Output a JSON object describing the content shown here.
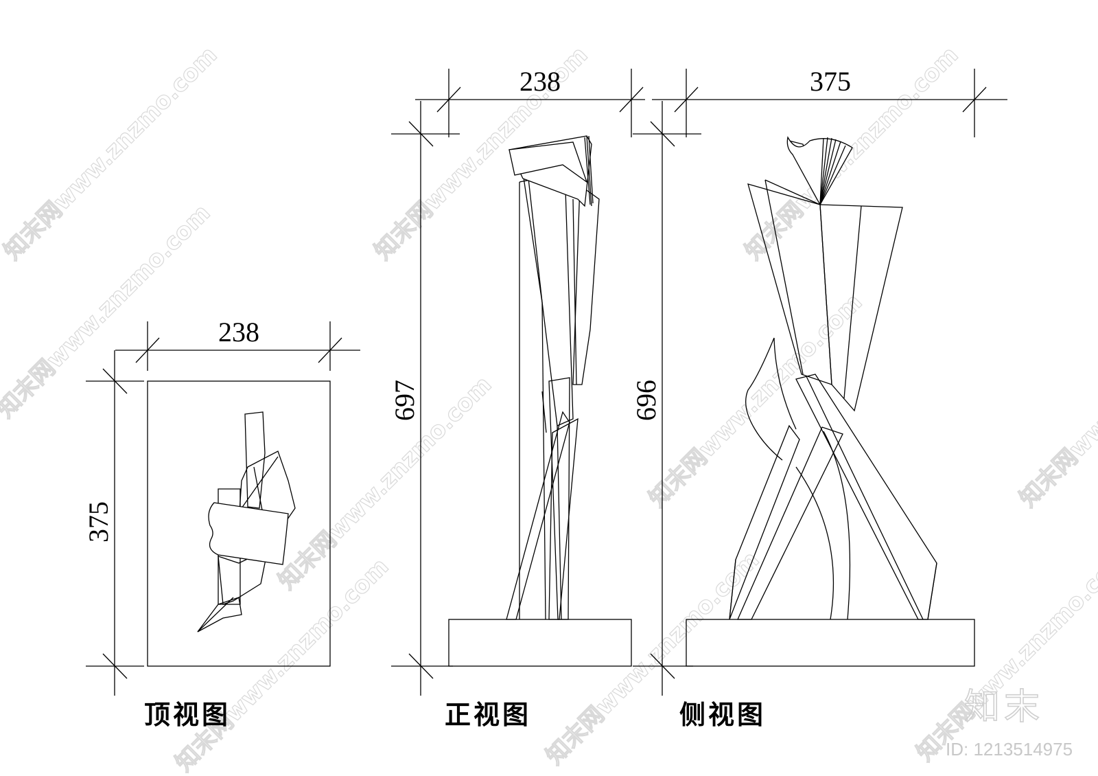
{
  "views": {
    "top": {
      "caption": "顶视图",
      "width_dim": "238",
      "height_dim": "375"
    },
    "front": {
      "caption": "正视图",
      "width_dim": "238",
      "height_dim": "697"
    },
    "side": {
      "caption": "侧视图",
      "width_dim": "375",
      "height_dim": "696"
    }
  },
  "watermark": {
    "text": "知末网www.znzmo.com",
    "logo": "知末",
    "id_label": "ID: 1213514975"
  }
}
